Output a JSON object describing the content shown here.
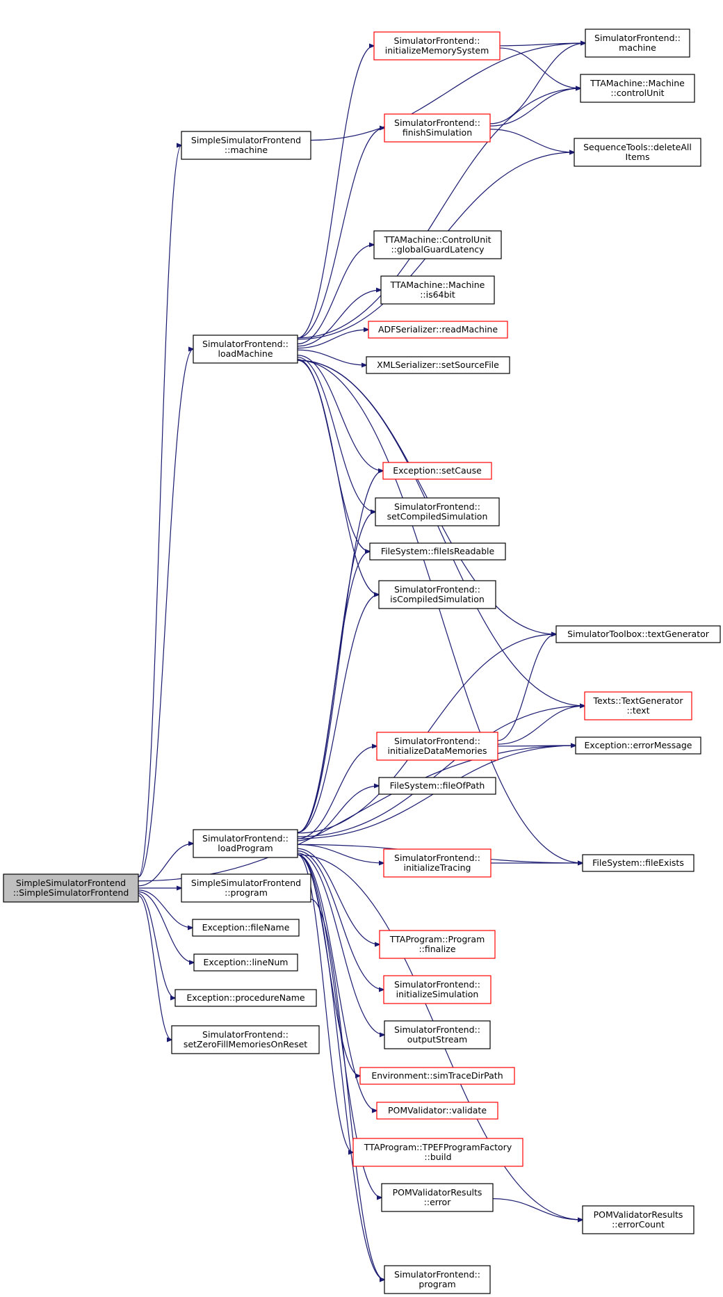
{
  "colors": {
    "edge": "#191970",
    "normal_border": "#000000",
    "red_border": "#ff0000",
    "root_fill": "#bfbfbf"
  },
  "nodes": [
    {
      "id": "root",
      "lines": [
        "SimpleSimulatorFrontend",
        "::SimpleSimulatorFrontend"
      ],
      "style": "root"
    },
    {
      "id": "ssf_machine",
      "lines": [
        "SimpleSimulatorFrontend",
        "::machine"
      ],
      "style": "normal"
    },
    {
      "id": "sf_loadMachine",
      "lines": [
        "SimulatorFrontend::",
        "loadMachine"
      ],
      "style": "normal"
    },
    {
      "id": "sf_loadProgram",
      "lines": [
        "SimulatorFrontend::",
        "loadProgram"
      ],
      "style": "normal"
    },
    {
      "id": "ssf_program",
      "lines": [
        "SimpleSimulatorFrontend",
        "::program"
      ],
      "style": "normal"
    },
    {
      "id": "ex_fileName",
      "lines": [
        "Exception::fileName"
      ],
      "style": "normal"
    },
    {
      "id": "ex_lineNum",
      "lines": [
        "Exception::lineNum"
      ],
      "style": "normal"
    },
    {
      "id": "ex_procedureName",
      "lines": [
        "Exception::procedureName"
      ],
      "style": "normal"
    },
    {
      "id": "sf_setZeroFill",
      "lines": [
        "SimulatorFrontend::",
        "setZeroFillMemoriesOnReset"
      ],
      "style": "normal"
    },
    {
      "id": "sf_initMem",
      "lines": [
        "SimulatorFrontend::",
        "initializeMemorySystem"
      ],
      "style": "red"
    },
    {
      "id": "sf_finishSim",
      "lines": [
        "SimulatorFrontend::",
        "finishSimulation"
      ],
      "style": "red"
    },
    {
      "id": "tta_cu_ggl",
      "lines": [
        "TTAMachine::ControlUnit",
        "::globalGuardLatency"
      ],
      "style": "normal"
    },
    {
      "id": "tta_is64",
      "lines": [
        "TTAMachine::Machine",
        "::is64bit"
      ],
      "style": "normal"
    },
    {
      "id": "adf_read",
      "lines": [
        "ADFSerializer::readMachine"
      ],
      "style": "red"
    },
    {
      "id": "xml_setSource",
      "lines": [
        "XMLSerializer::setSourceFile"
      ],
      "style": "normal"
    },
    {
      "id": "ex_setCause",
      "lines": [
        "Exception::setCause"
      ],
      "style": "red"
    },
    {
      "id": "sf_setCompiled",
      "lines": [
        "SimulatorFrontend::",
        "setCompiledSimulation"
      ],
      "style": "normal"
    },
    {
      "id": "fs_readable",
      "lines": [
        "FileSystem::fileIsReadable"
      ],
      "style": "normal"
    },
    {
      "id": "sf_isCompiled",
      "lines": [
        "SimulatorFrontend::",
        "isCompiledSimulation"
      ],
      "style": "normal"
    },
    {
      "id": "sf_initDataMem",
      "lines": [
        "SimulatorFrontend::",
        "initializeDataMemories"
      ],
      "style": "red"
    },
    {
      "id": "fs_fileOfPath",
      "lines": [
        "FileSystem::fileOfPath"
      ],
      "style": "normal"
    },
    {
      "id": "sf_initTracing",
      "lines": [
        "SimulatorFrontend::",
        "initializeTracing"
      ],
      "style": "red"
    },
    {
      "id": "ttap_finalize",
      "lines": [
        "TTAProgram::Program",
        "::finalize"
      ],
      "style": "red"
    },
    {
      "id": "sf_initSim",
      "lines": [
        "SimulatorFrontend::",
        "initializeSimulation"
      ],
      "style": "red"
    },
    {
      "id": "sf_outStream",
      "lines": [
        "SimulatorFrontend::",
        "outputStream"
      ],
      "style": "normal"
    },
    {
      "id": "env_trace",
      "lines": [
        "Environment::simTraceDirPath"
      ],
      "style": "red"
    },
    {
      "id": "pom_validate",
      "lines": [
        "POMValidator::validate"
      ],
      "style": "red"
    },
    {
      "id": "tpef_build",
      "lines": [
        "TTAProgram::TPEFProgramFactory",
        "::build"
      ],
      "style": "red"
    },
    {
      "id": "pomres_error",
      "lines": [
        "POMValidatorResults",
        "::error"
      ],
      "style": "normal"
    },
    {
      "id": "sf_program",
      "lines": [
        "SimulatorFrontend::",
        "program"
      ],
      "style": "normal"
    },
    {
      "id": "sf_machine",
      "lines": [
        "SimulatorFrontend::",
        "machine"
      ],
      "style": "normal"
    },
    {
      "id": "tta_controlUnit",
      "lines": [
        "TTAMachine::Machine",
        "::controlUnit"
      ],
      "style": "normal"
    },
    {
      "id": "seq_deleteAll",
      "lines": [
        "SequenceTools::deleteAll",
        "Items"
      ],
      "style": "normal"
    },
    {
      "id": "st_textGen",
      "lines": [
        "SimulatorToolbox::textGenerator"
      ],
      "style": "normal"
    },
    {
      "id": "texts_text",
      "lines": [
        "Texts::TextGenerator",
        "::text"
      ],
      "style": "red"
    },
    {
      "id": "ex_errorMessage",
      "lines": [
        "Exception::errorMessage"
      ],
      "style": "normal"
    },
    {
      "id": "fs_fileExists",
      "lines": [
        "FileSystem::fileExists"
      ],
      "style": "normal"
    },
    {
      "id": "pomres_errorCount",
      "lines": [
        "POMValidatorResults",
        "::errorCount"
      ],
      "style": "normal"
    }
  ],
  "edges": [
    [
      "root",
      "ssf_machine"
    ],
    [
      "root",
      "sf_loadMachine"
    ],
    [
      "root",
      "sf_loadProgram"
    ],
    [
      "root",
      "ssf_program"
    ],
    [
      "root",
      "ex_fileName"
    ],
    [
      "root",
      "ex_lineNum"
    ],
    [
      "root",
      "ex_procedureName"
    ],
    [
      "root",
      "sf_setZeroFill"
    ],
    [
      "root",
      "ex_errorMessage"
    ],
    [
      "ssf_machine",
      "sf_machine"
    ],
    [
      "ssf_program",
      "sf_program"
    ],
    [
      "sf_loadMachine",
      "sf_initMem"
    ],
    [
      "sf_loadMachine",
      "tta_controlUnit"
    ],
    [
      "sf_loadMachine",
      "sf_finishSim"
    ],
    [
      "sf_loadMachine",
      "seq_deleteAll"
    ],
    [
      "sf_loadMachine",
      "st_textGen"
    ],
    [
      "sf_loadMachine",
      "tta_cu_ggl"
    ],
    [
      "sf_loadMachine",
      "tta_is64"
    ],
    [
      "sf_loadMachine",
      "adf_read"
    ],
    [
      "sf_loadMachine",
      "xml_setSource"
    ],
    [
      "sf_loadMachine",
      "texts_text"
    ],
    [
      "sf_loadMachine",
      "fs_fileExists"
    ],
    [
      "sf_loadMachine",
      "ex_setCause"
    ],
    [
      "sf_loadMachine",
      "sf_setCompiled"
    ],
    [
      "sf_loadMachine",
      "fs_readable"
    ],
    [
      "sf_loadMachine",
      "sf_isCompiled"
    ],
    [
      "sf_initMem",
      "sf_machine"
    ],
    [
      "sf_initMem",
      "tta_controlUnit"
    ],
    [
      "sf_finishSim",
      "sf_machine"
    ],
    [
      "sf_finishSim",
      "tta_controlUnit"
    ],
    [
      "sf_finishSim",
      "seq_deleteAll"
    ],
    [
      "sf_initDataMem",
      "st_textGen"
    ],
    [
      "sf_initDataMem",
      "texts_text"
    ],
    [
      "sf_initDataMem",
      "ex_errorMessage"
    ],
    [
      "sf_initTracing",
      "fs_fileExists"
    ],
    [
      "pomres_error",
      "pomres_errorCount"
    ],
    [
      "sf_loadProgram",
      "ex_setCause"
    ],
    [
      "sf_loadProgram",
      "sf_setCompiled"
    ],
    [
      "sf_loadProgram",
      "fs_readable"
    ],
    [
      "sf_loadProgram",
      "sf_isCompiled"
    ],
    [
      "sf_loadProgram",
      "st_textGen"
    ],
    [
      "sf_loadProgram",
      "texts_text"
    ],
    [
      "sf_loadProgram",
      "sf_initDataMem"
    ],
    [
      "sf_loadProgram",
      "fs_fileOfPath"
    ],
    [
      "sf_loadProgram",
      "ex_errorMessage"
    ],
    [
      "sf_loadProgram",
      "sf_initTracing"
    ],
    [
      "sf_loadProgram",
      "fs_fileExists"
    ],
    [
      "sf_loadProgram",
      "ttap_finalize"
    ],
    [
      "sf_loadProgram",
      "sf_initSim"
    ],
    [
      "sf_loadProgram",
      "sf_outStream"
    ],
    [
      "sf_loadProgram",
      "env_trace"
    ],
    [
      "sf_loadProgram",
      "pom_validate"
    ],
    [
      "sf_loadProgram",
      "tpef_build"
    ],
    [
      "sf_loadProgram",
      "pomres_error"
    ],
    [
      "sf_loadProgram",
      "pomres_errorCount"
    ],
    [
      "sf_loadProgram",
      "sf_program"
    ]
  ]
}
